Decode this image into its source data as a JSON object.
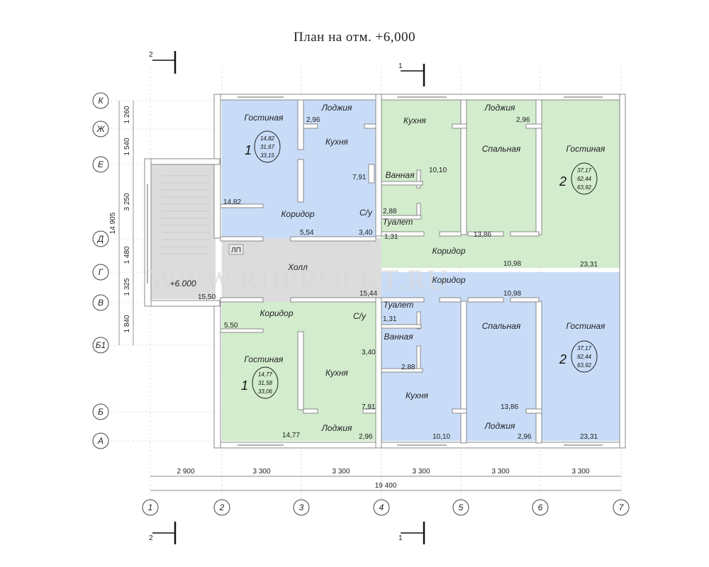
{
  "title": "План на отм. +6,000",
  "watermark": "WWW.RDPROEKT.RU",
  "elevation_mark": "+6.000",
  "section_marks": {
    "top_left": "2",
    "top_mid": "1",
    "bottom_left": "2",
    "bottom_mid": "1"
  },
  "axes_letters": [
    "К",
    "Ж",
    "Е",
    "Д",
    "Г",
    "В",
    "Б1",
    "Б",
    "А"
  ],
  "axes_numbers": [
    "1",
    "2",
    "3",
    "4",
    "5",
    "6",
    "7"
  ],
  "left_dims": [
    "1 260",
    "1 540",
    "3 250",
    "1 480",
    "1 325",
    "1 840"
  ],
  "left_total": "14 905",
  "bottom_dims": [
    "2 900",
    "3 300",
    "3 300",
    "3 300",
    "3 300",
    "3 300"
  ],
  "bottom_total": "19 400",
  "rooms": {
    "a1_top_living": "Гостиная",
    "a1_top_loggia": "Лоджия",
    "a1_top_kitchen": "Кухня",
    "a1_top_corridor": "Коридор",
    "a1_top_wc": "С/у",
    "a2_top_kitchen": "Кухня",
    "a2_top_loggia": "Лоджия",
    "a2_top_bedroom": "Спальная",
    "a2_top_living": "Гостиная",
    "a2_top_bath": "Ванная",
    "a2_top_toilet": "Туалет",
    "a2_top_corridor": "Коридор",
    "hall": "Холл",
    "lp": "ЛП",
    "hall_corridor": "Коридор",
    "a1_bot_corridor": "Коридор",
    "a1_bot_wc": "С/у",
    "a1_bot_living": "Гостиная",
    "a1_bot_kitchen": "Кухня",
    "a1_bot_loggia": "Лоджия",
    "a2_bot_toilet": "Туалет",
    "a2_bot_bath": "Ванная",
    "a2_bot_kitchen": "Кухня",
    "a2_bot_bedroom": "Спальная",
    "a2_bot_loggia": "Лоджия",
    "a2_bot_living": "Гостиная"
  },
  "areas": {
    "a1_top_loggia": "2,96",
    "a1_top_living": "14,82",
    "a1_top_corridor": "5,54",
    "a1_top_kitchen": "7,91",
    "a1_top_wc": "3,40",
    "a2_top_loggia": "2,96",
    "a2_top_kitchen": "10,10",
    "a2_top_bath": "2,88",
    "a2_top_toilet": "1,31",
    "a2_top_bedroom": "13,86",
    "a2_top_corridor": "10,98",
    "a2_top_living": "23,31",
    "hall": "15,50",
    "hall_right": "15,44",
    "a2_bot_corridor": "10,98",
    "a2_bot_toilet": "1,31",
    "a1_bot_corridor": "5,50",
    "a1_bot_wc": "3,40",
    "a2_bot_bath": "2,88",
    "a1_bot_kitchen": "7,91",
    "a1_bot_living": "14,77",
    "a1_bot_loggia": "2,96",
    "a2_bot_kitchen": "10,10",
    "a2_bot_bedroom": "13,86",
    "a2_bot_loggia": "2,96",
    "a2_bot_living": "23,31"
  },
  "apartments": {
    "top1": {
      "num": "1",
      "a": "14,82",
      "b": "31,67",
      "c": "33,15"
    },
    "top2": {
      "num": "2",
      "a": "37,17",
      "b": "62,44",
      "c": "63,92"
    },
    "bot1": {
      "num": "1",
      "a": "14,77",
      "b": "31,58",
      "c": "33,06"
    },
    "bot2": {
      "num": "2",
      "a": "37,17",
      "b": "62,44",
      "c": "63,92"
    }
  },
  "colors": {
    "blue": "#c8dcf8",
    "green": "#d2eccd",
    "gray": "#dcdcdc",
    "wall": "#ffffff",
    "wall_stroke": "#888888"
  }
}
